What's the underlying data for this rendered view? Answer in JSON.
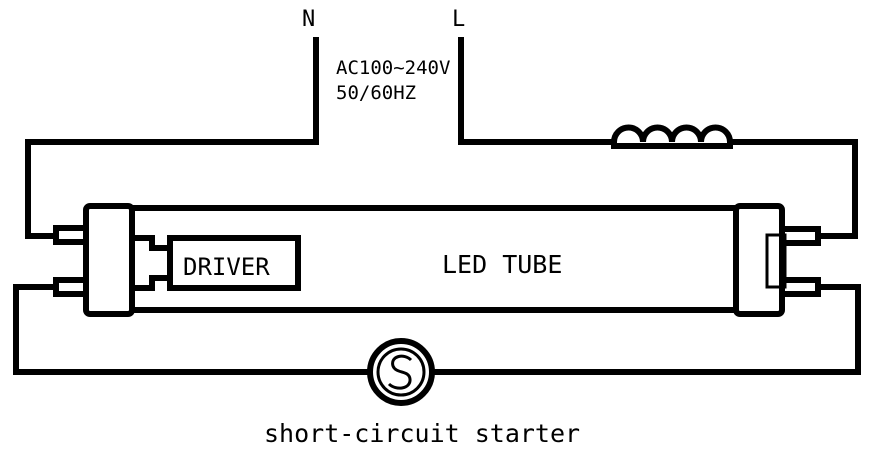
{
  "terminals": {
    "neutral": "N",
    "live": "L"
  },
  "supply": {
    "voltage": "AC100~240V",
    "frequency": "50/60HZ"
  },
  "components": {
    "driver": "DRIVER",
    "tube": "LED TUBE",
    "starter_symbol": "S",
    "starter_caption": "short-circuit starter",
    "ballast_icon": "inductor-coil-icon"
  }
}
